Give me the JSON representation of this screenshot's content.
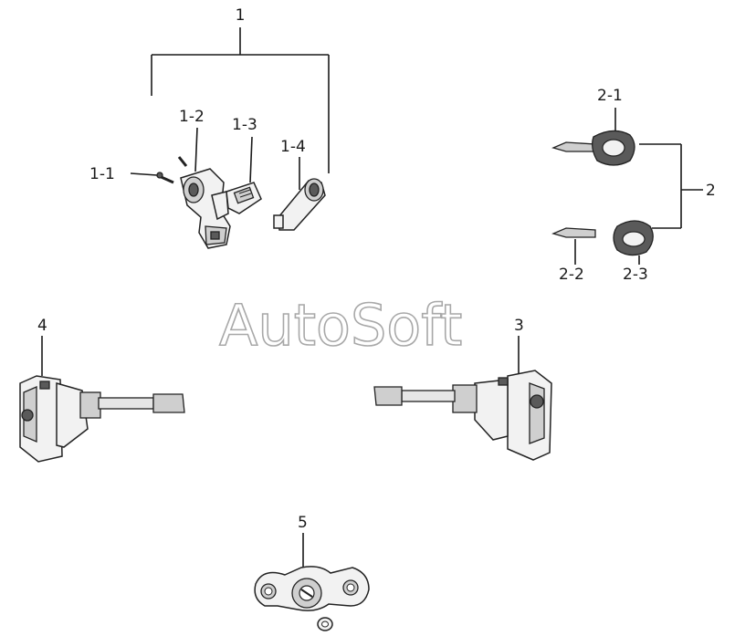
{
  "watermark": "AutoSoft",
  "callouts": {
    "c1": "1",
    "c1_1": "1-1",
    "c1_2": "1-2",
    "c1_3": "1-3",
    "c1_4": "1-4",
    "c2": "2",
    "c2_1": "2-1",
    "c2_2": "2-2",
    "c2_3": "2-3",
    "c3": "3",
    "c4": "4",
    "c5": "5"
  }
}
